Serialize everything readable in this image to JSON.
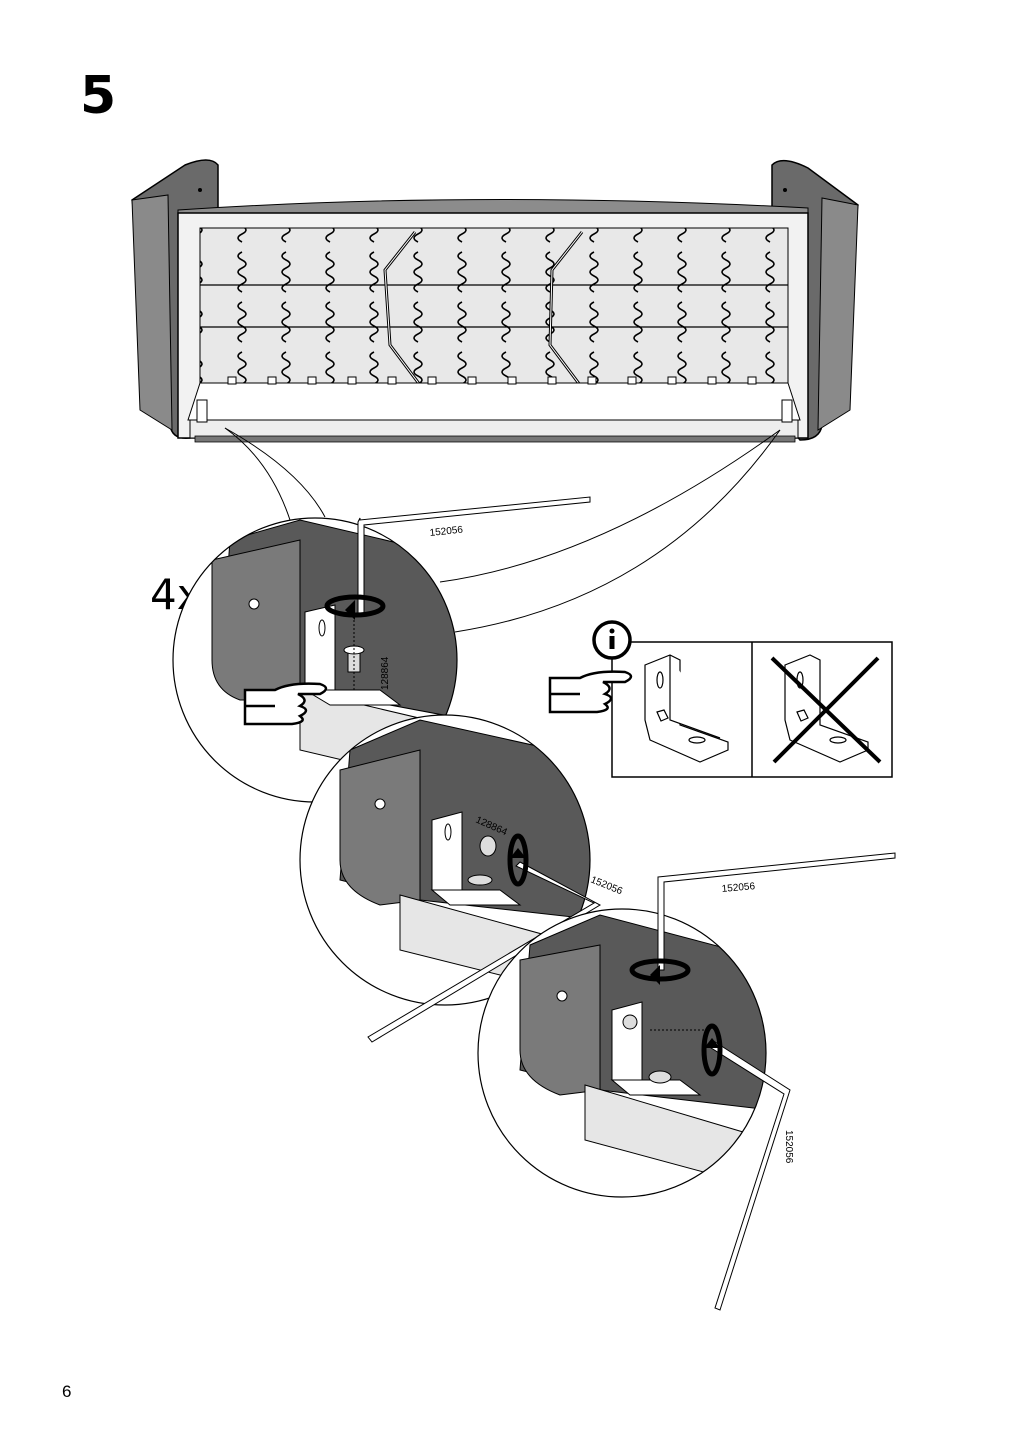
{
  "page": {
    "step_number": "5",
    "page_number": "6",
    "quantity_label": "4x"
  },
  "parts": {
    "allen_key": "152056",
    "screw": "128864"
  },
  "colors": {
    "ink": "#000000",
    "upholstery_dark": "#5f5f5f",
    "upholstery_mid": "#7a7a7a",
    "frame_light": "#e6e6e6",
    "paper": "#ffffff"
  },
  "icons": [
    "info-icon",
    "pointing-hand-icon",
    "wrong-x-icon",
    "rotate-arrow-icon",
    "allen-key-icon",
    "screw-icon",
    "bracket-icon"
  ]
}
